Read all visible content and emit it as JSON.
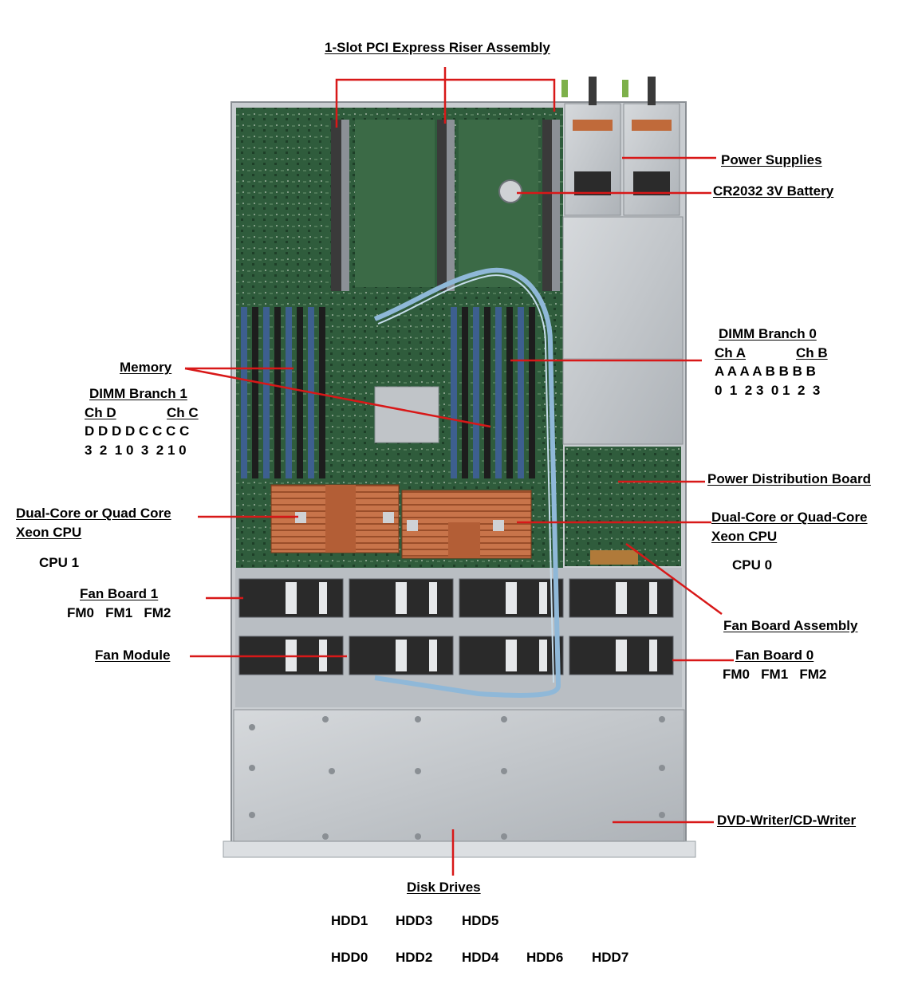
{
  "labels": {
    "riser": "1-Slot PCI Express Riser Assembly",
    "power_supplies": "Power Supplies",
    "battery": "CR2032 3V Battery",
    "memory": "Memory",
    "branch1": {
      "title": "DIMM Branch 1",
      "ch_d": "Ch D",
      "ch_c": "Ch C",
      "letters": "D D D D C C C C",
      "numbers": "3  2  1 0  3  2 1 0"
    },
    "branch0": {
      "title": "DIMM Branch 0",
      "ch_a": "Ch A",
      "ch_b": "Ch B",
      "letters": "A A A A B B B B",
      "numbers": "0  1  2 3  0 1  2  3"
    },
    "pdb": "Power Distribution Board",
    "cpu1_line1": "Dual-Core or Quad Core",
    "cpu1_line2": "Xeon CPU",
    "cpu1_id": "CPU 1",
    "cpu0_line1": "Dual-Core or Quad-Core",
    "cpu0_line2": "Xeon CPU",
    "cpu0_id": "CPU 0",
    "fan_board1": "Fan Board 1",
    "fan_board1_fms": "FM0   FM1   FM2",
    "fan_module": "Fan Module",
    "fan_board_assembly": "Fan Board Assembly",
    "fan_board0": "Fan Board 0",
    "fan_board0_fms": "FM0   FM1   FM2",
    "dvd": "DVD-Writer/CD-Writer",
    "disk_drives": "Disk Drives",
    "hdd_row1": [
      "HDD1",
      "HDD3",
      "HDD5"
    ],
    "hdd_row2": [
      "HDD0",
      "HDD2",
      "HDD4",
      "HDD6",
      "HDD7"
    ]
  },
  "colors": {
    "leader": "#d81818",
    "chassis": "#b8bcc0",
    "board": "#2e5a3a",
    "copper": "#c06a3a",
    "cable": "#8fb8d8"
  }
}
